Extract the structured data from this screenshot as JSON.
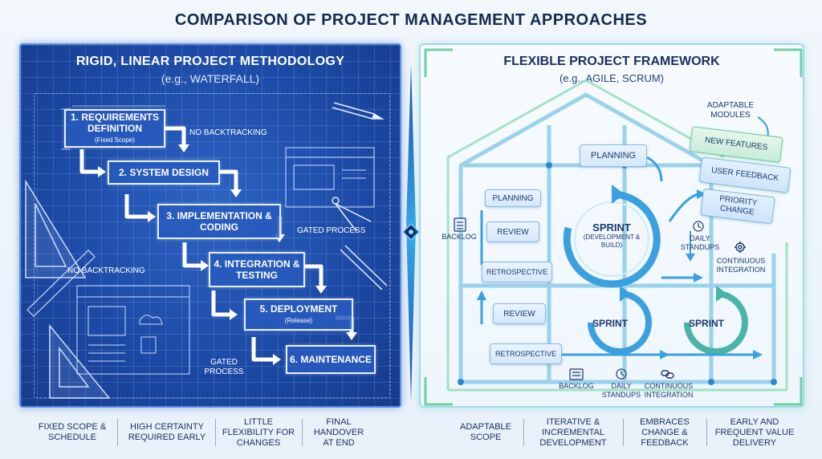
{
  "title": "COMPARISON OF PROJECT MANAGEMENT APPROACHES",
  "left": {
    "title": "RIGID, LINEAR PROJECT METHODOLOGY",
    "subtitle": "(e.g., WATERFALL)",
    "steps": [
      {
        "label": "1. REQUIREMENTS DEFINITION",
        "note": "(Fixed Scope)"
      },
      {
        "label": "2. SYSTEM DESIGN",
        "note": ""
      },
      {
        "label": "3. IMPLEMENTATION & CODING",
        "note": ""
      },
      {
        "label": "4. INTEGRATION & TESTING",
        "note": ""
      },
      {
        "label": "5. DEPLOYMENT",
        "note": "(Release)"
      },
      {
        "label": "6. MAINTENANCE",
        "note": ""
      }
    ],
    "labels": {
      "no_backtracking_1": "NO BACKTRACKING",
      "gated_process_1": "GATED PROCESS",
      "no_backtracking_2": "NO BACKTRACKING",
      "gated_process_2": "GATED PROCESS"
    }
  },
  "right": {
    "title": "FLEXIBLE PROJECT FRAMEWORK",
    "subtitle": "(e.g., AGILE, SCRUM)",
    "planning_top": "PLANNING",
    "planning": "PLANNING",
    "review_1": "REVIEW",
    "retrospective_1": "RETROSPECTIVE",
    "review_2": "REVIEW",
    "retrospective_2": "RETROSPECTIVE",
    "backlog_side": "BACKLOG",
    "sprint_main": "SPRINT",
    "sprint_main_note": "(DEVELOPMENT & BUILD)",
    "sprint_2": "SPRINT",
    "sprint_3": "SPRINT",
    "adaptable_modules": "ADAPTABLE MODULES",
    "modules": [
      "NEW FEATURES",
      "USER FEEDBACK",
      "PRIORITY CHANGE"
    ],
    "daily_standups_side": "DAILY STANDUPS",
    "continuous_integration_side": "CONTINUOUS INTEGRATION",
    "backlog_bottom": "BACKLOG",
    "daily_standups_bottom": "DAILY STANDUPS",
    "continuous_integration_bottom": "CONTINUOUS INTEGRATION"
  },
  "bottom": {
    "left": [
      "FIXED SCOPE & SCHEDULE",
      "HIGH CERTAINTY REQUIRED EARLY",
      "LITTLE FLEXIBILITY FOR CHANGES",
      "FINAL HANDOVER AT END"
    ],
    "right": [
      "ADAPTABLE SCOPE",
      "ITERATIVE & INCREMENTAL DEVELOPMENT",
      "EMBRACES CHANGE & FEEDBACK",
      "EARLY AND FREQUENT VALUE DELIVERY"
    ]
  },
  "colors": {
    "blueprint": "#1d4aa6",
    "agile_green": "#5cc98e",
    "agile_blue": "#3aa0e0"
  }
}
